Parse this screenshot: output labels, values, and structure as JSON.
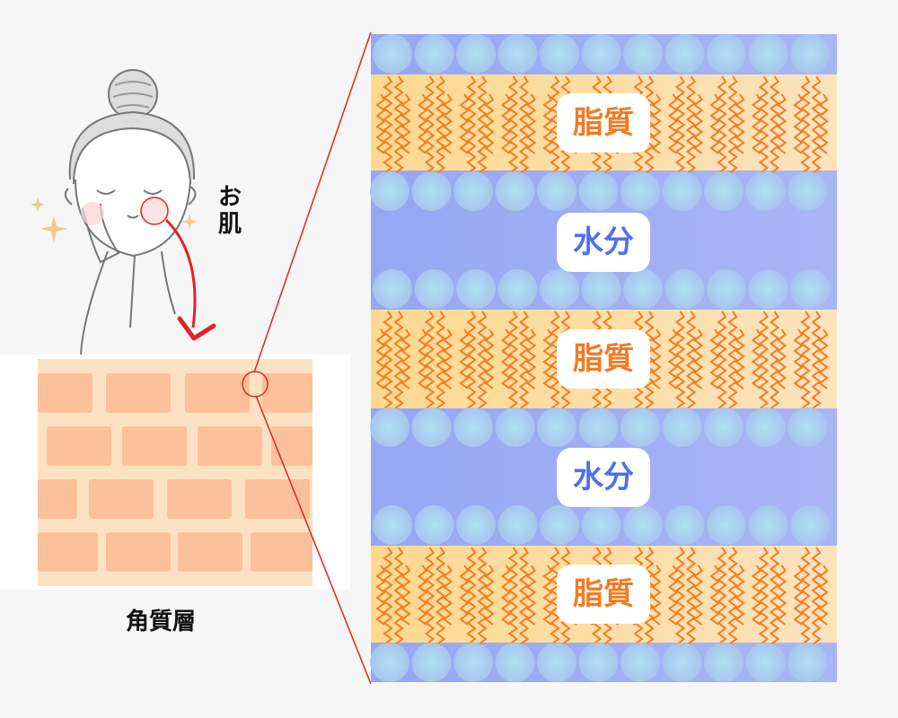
{
  "labels": {
    "skin": "お肌",
    "stratum_corneum": "角質層",
    "layers": [
      "脂質",
      "水分",
      "脂質",
      "水分",
      "脂質"
    ]
  },
  "colors": {
    "lipid_band": "#fddca0",
    "lipid_chain": "#f47a22",
    "water_band": "#9aacf4",
    "head_circle": "#aed4f0",
    "brick": "#fcc19a",
    "mortar": "#fde2c2",
    "zoom_line": "#e52222"
  }
}
